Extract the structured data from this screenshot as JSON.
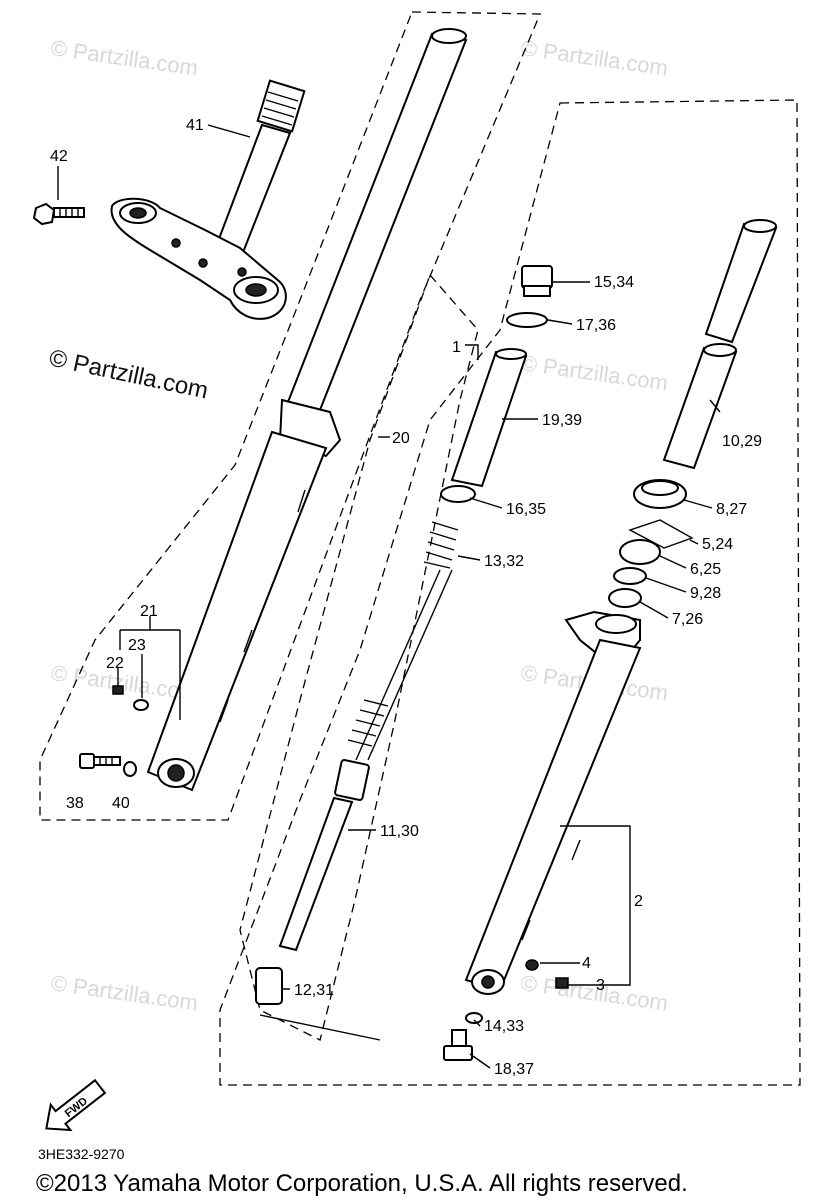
{
  "watermark_main": "© Partzilla.com",
  "watermark_faint": "© Partzilla.com",
  "diagram_code": "3HE332-9270",
  "copyright": "©2013 Yamaha Motor Corporation, U.S.A. All rights reserved.",
  "fwd_label": "FWD",
  "callouts": {
    "c42": "42",
    "c41": "41",
    "c20": "20",
    "c1": "1",
    "c15_34": "15,34",
    "c17_36": "17,36",
    "c19_39": "19,39",
    "c10_29": "10,29",
    "c16_35": "16,35",
    "c8_27": "8,27",
    "c5_24": "5,24",
    "c13_32": "13,32",
    "c6_25": "6,25",
    "c9_28": "9,28",
    "c7_26": "7,26",
    "c21": "21",
    "c23": "23",
    "c22": "22",
    "c38": "38",
    "c40": "40",
    "c11_30": "11,30",
    "c2": "2",
    "c4": "4",
    "c3": "3",
    "c12_31": "12,31",
    "c14_33": "14,33",
    "c18_37": "18,37"
  }
}
